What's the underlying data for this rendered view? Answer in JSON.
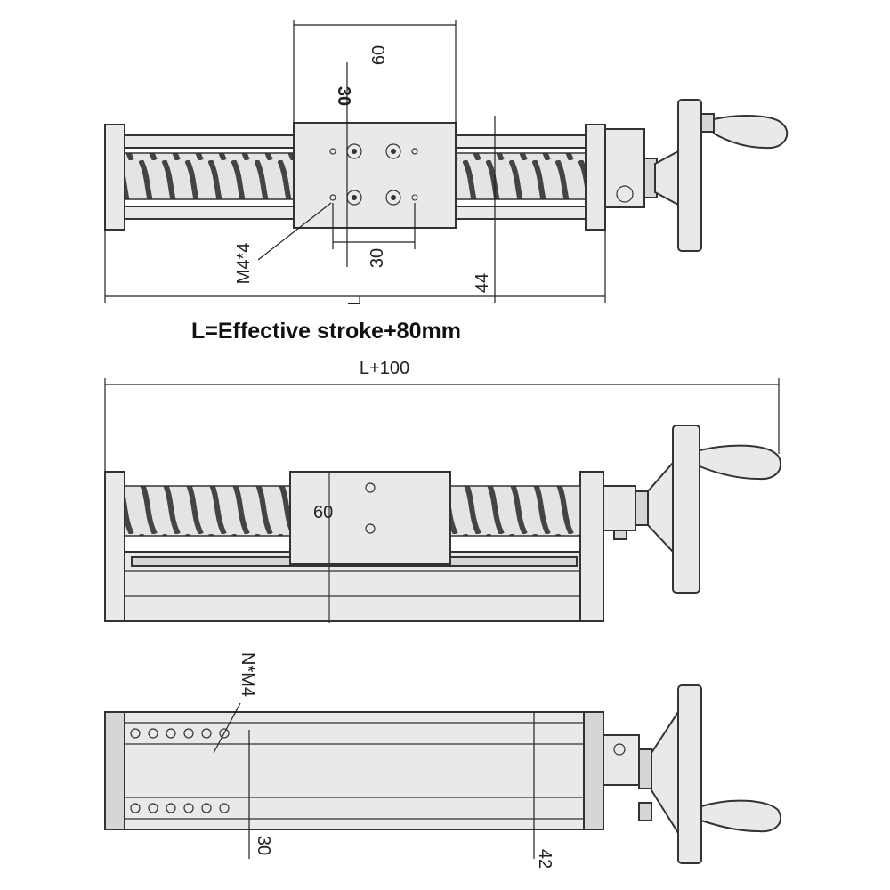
{
  "top_view": {
    "dim_width_60": "60",
    "dim_hole_30_vertical": "30",
    "dim_hole_30_horizontal": "30",
    "dim_total_L": "L",
    "dim_44": "44",
    "thread_label": "M4*4"
  },
  "formula_text": "L=Effective stroke+80mm",
  "side_view": {
    "dim_overall": "L+100",
    "dim_height_60": "60"
  },
  "bottom_view": {
    "thread_label": "N*M4",
    "dim_30": "30",
    "dim_42": "42"
  },
  "colors": {
    "line": "#222222",
    "fill_light": "#e9e9e9",
    "fill_dark": "#d6d6d6"
  }
}
